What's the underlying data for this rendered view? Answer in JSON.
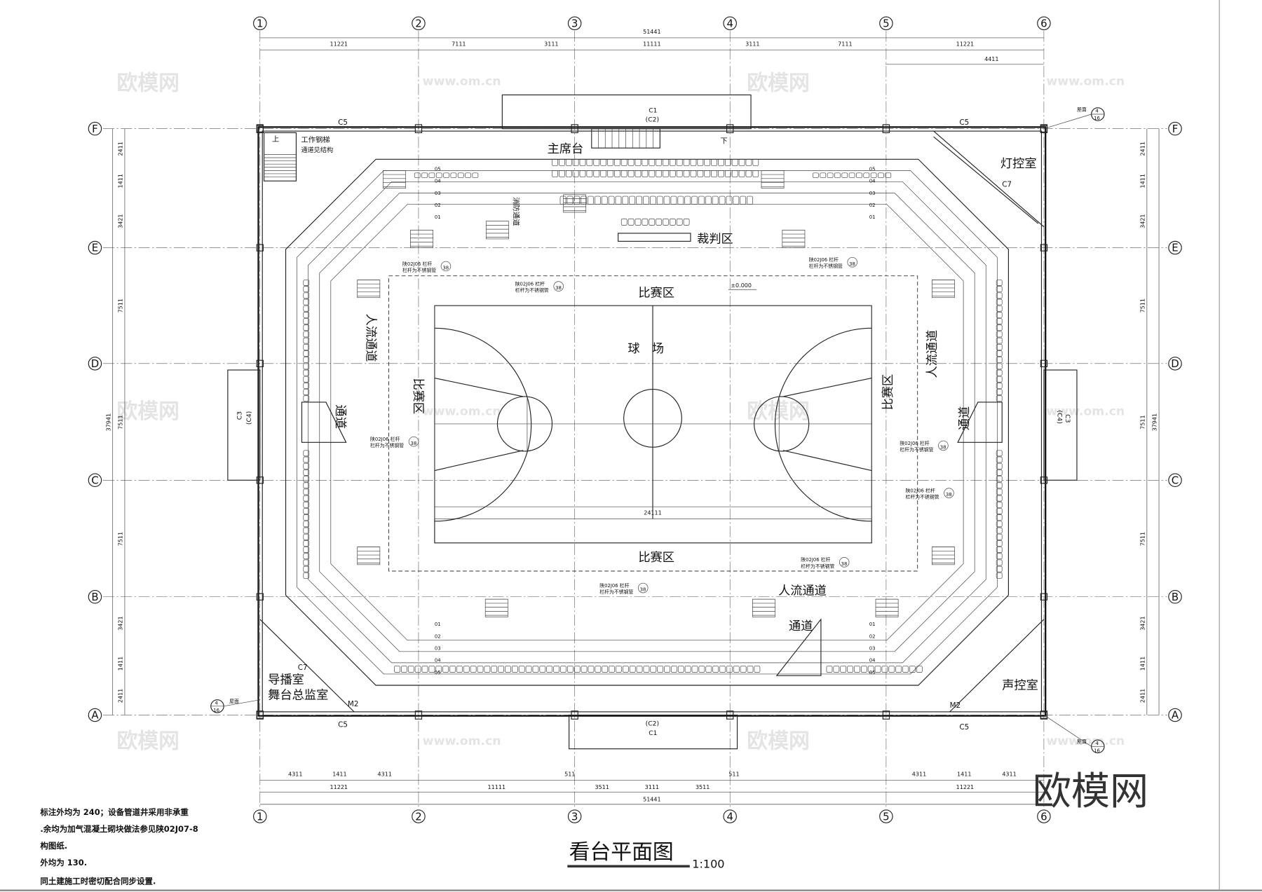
{
  "drawing": {
    "title": "看台平面图",
    "scale": "1:100",
    "axes_columns": [
      "1",
      "2",
      "3",
      "4",
      "5",
      "6"
    ],
    "axes_rows": [
      "F",
      "E",
      "D",
      "C",
      "B",
      "A"
    ],
    "top_dims_total": "51441",
    "top_dims": [
      "11221",
      "7111",
      "3111",
      "11111",
      "3111",
      "7111",
      "11221"
    ],
    "top_dim_extra": "4411",
    "bottom_dims": [
      "11221",
      "11111",
      "3511",
      "3111",
      "3511",
      "11221"
    ],
    "bottom_dims_total": "51441",
    "bottom_dims_small": [
      "4311",
      "1411",
      "4311",
      "511",
      "511",
      "4311",
      "1411",
      "4311"
    ],
    "side_dims": [
      "2411",
      "1411",
      "3421",
      "7511",
      "7511",
      "7511",
      "3421",
      "1411",
      "2411"
    ],
    "side_total": "37941",
    "court_width_dim": "24111",
    "elevation": "±0.000",
    "rooms": {
      "chair_area": "主席台",
      "referee_area": "裁判区",
      "competition_top": "比赛区",
      "competition_bottom": "比赛区",
      "competition_left": "比赛区",
      "competition_right": "比赛区",
      "court": "球　场",
      "light_control": "灯控室",
      "sound_control": "声控室",
      "broadcast": "导播室",
      "stage_director": "舞台总监室",
      "flow_left": "人流通道",
      "flow_right": "人流通道",
      "flow_bottom": "人流通道",
      "passage_left": "通道",
      "passage_right": "通道",
      "passage_bottom": "通道",
      "fire_passage": "消防通道",
      "stair": "工作钢梯",
      "stair_note": "通道见结构",
      "up": "上",
      "down": "下"
    },
    "openings": {
      "c1_top": "C1",
      "c2_top": "(C2)",
      "c1_bottom": "C1",
      "c2_bottom": "(C2)",
      "c3_left": "C3",
      "c4_left": "(C4)",
      "c3_right": "C3",
      "c4_right": "(C4)",
      "c5": "C5",
      "c7": "C7",
      "m2": "M2"
    },
    "railing_note": "陕02J06 栏杆",
    "railing_note2": "栏杆为不锈钢管",
    "railing_ref": "38",
    "section_ref": "4",
    "section_sheet": "16",
    "section_label": "屋面",
    "row_labels": [
      "05",
      "04",
      "03",
      "02",
      "01"
    ],
    "notes": [
      "标注外均为 240；设备管道井采用非承重",
      ".余均为加气混凝土砌块做法参见陕02J07-8",
      "构图纸.",
      "外均为 130.",
      "同土建施工时密切配合同步设置."
    ],
    "watermark": "欧模网",
    "watermark_url": "www.om.cn"
  }
}
